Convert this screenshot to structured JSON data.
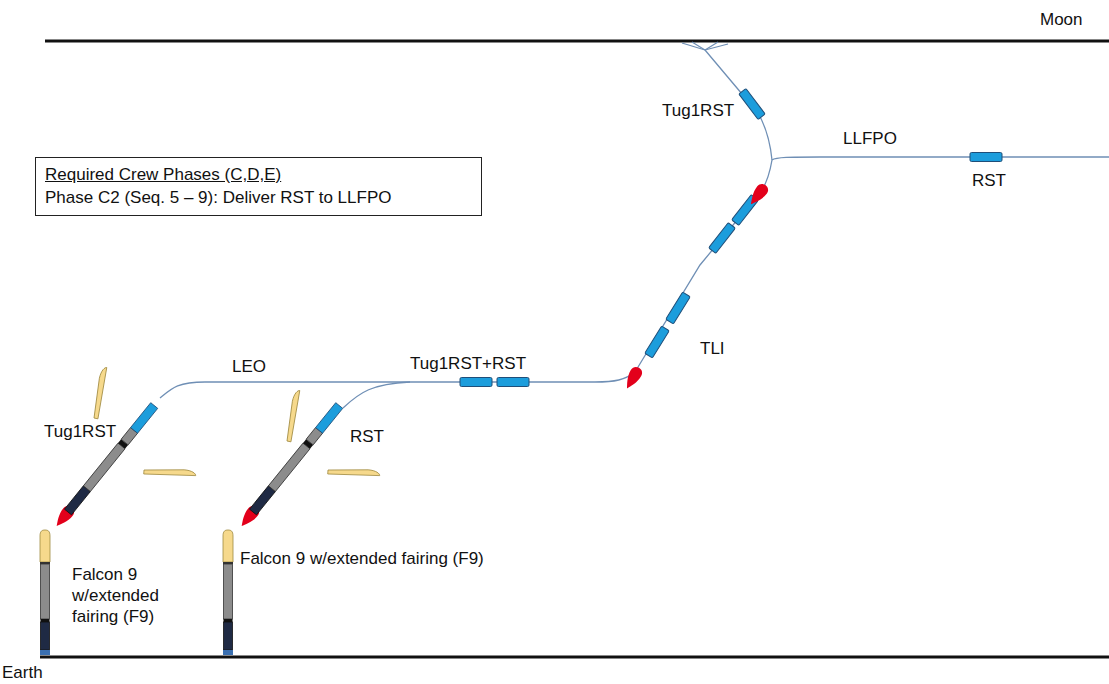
{
  "diagram": {
    "nodes": [
      {
        "text": [
          "Required Crew Phases (C,D,E)",
          "Phase C2 (Seq. 5 – 9): Deliver RST to LLFPO"
        ]
      }
    ],
    "labels": [
      "Moon",
      "Earth",
      "LEO",
      "Tug1RST",
      "RST",
      "Tug1RST+RST",
      "TLI",
      "Tug1RST",
      "LLFPO",
      "RST",
      "Falcon 9 w/extended fairing (F9)",
      "Falcon 9 w/extended fairing (F9)"
    ]
  }
}
